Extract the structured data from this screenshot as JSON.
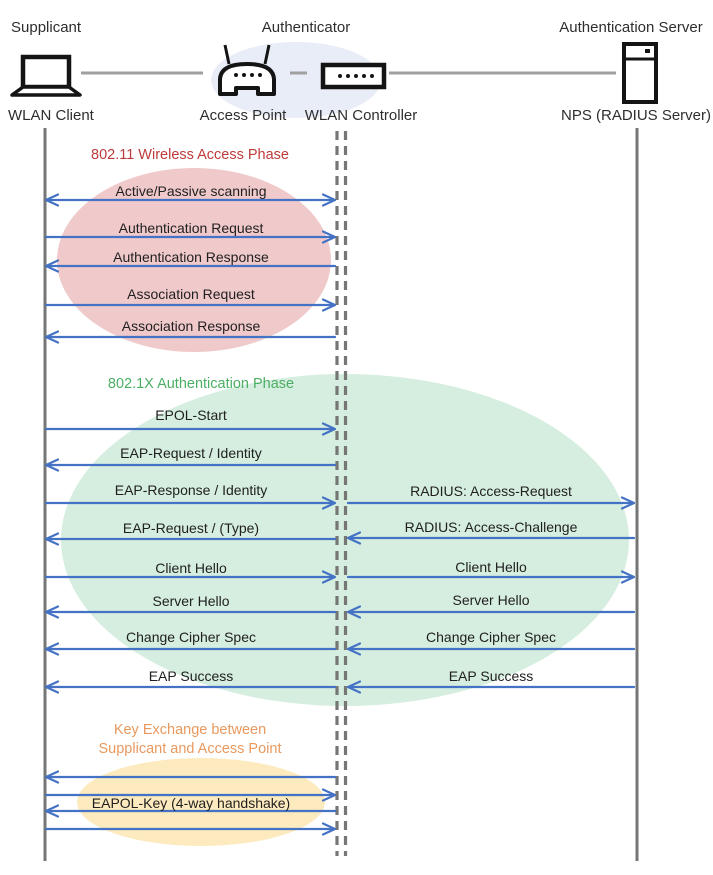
{
  "header": {
    "roles": {
      "supplicant": "Supplicant",
      "authenticator": "Authenticator",
      "auth_server": "Authentication Server"
    },
    "nodes": {
      "wlan_client": "WLAN Client",
      "access_point": "Access Point",
      "wlan_controller": "WLAN Controller",
      "nps": "NPS (RADIUS Server)"
    }
  },
  "phases": {
    "wireless": {
      "title": "802.11 Wireless Access Phase",
      "title_color": "#BE3B3B",
      "ellipse_color": "#F0C9CA"
    },
    "dot1x": {
      "title": "802.1X Authentication Phase",
      "title_color": "#4BAF63",
      "ellipse_color": "#D6EEDF"
    },
    "key_exchange": {
      "title_line1": "Key Exchange between",
      "title_line2": "Supplicant and Access Point",
      "title_color": "#E9995E",
      "ellipse_color": "#FDEABE"
    }
  },
  "messages": {
    "left": [
      {
        "label": "Active/Passive scanning",
        "direction": "both"
      },
      {
        "label": "Authentication Request",
        "direction": "right"
      },
      {
        "label": "Authentication Response",
        "direction": "left"
      },
      {
        "label": "Association Request",
        "direction": "right"
      },
      {
        "label": "Association Response",
        "direction": "left"
      },
      {
        "label": "EPOL-Start",
        "direction": "right"
      },
      {
        "label": "EAP-Request / Identity",
        "direction": "left"
      },
      {
        "label": "EAP-Response / Identity",
        "direction": "right"
      },
      {
        "label": "EAP-Request / (Type)",
        "direction": "left"
      },
      {
        "label": "Client Hello",
        "direction": "right"
      },
      {
        "label": "Server Hello",
        "direction": "left"
      },
      {
        "label": "Change Cipher Spec",
        "direction": "left"
      },
      {
        "label": "EAP Success",
        "direction": "left"
      },
      {
        "label": "EAPOL-Key (4-way handshake)",
        "direction": "left,right,left,right"
      }
    ],
    "right": [
      {
        "label": "RADIUS: Access-Request",
        "direction": "right"
      },
      {
        "label": "RADIUS: Access-Challenge",
        "direction": "left"
      },
      {
        "label": "Client Hello",
        "direction": "right"
      },
      {
        "label": "Server Hello",
        "direction": "left"
      },
      {
        "label": "Change Cipher Spec",
        "direction": "left"
      },
      {
        "label": "EAP Success",
        "direction": "left"
      }
    ]
  },
  "colors": {
    "arrow": "#4472C4",
    "lifeline": "#767676",
    "connector": "#A0A0A0",
    "authenticator_ellipse": "#E9EDF7",
    "text": "#1F1F1F"
  }
}
